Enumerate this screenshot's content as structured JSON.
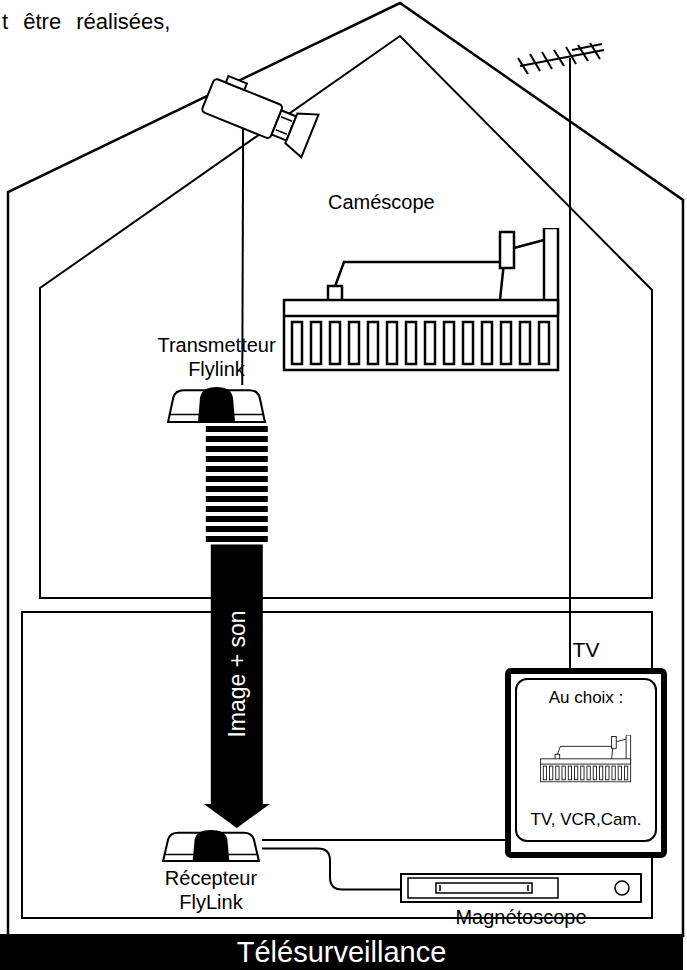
{
  "diagram": {
    "title": "Télésurveillance",
    "nodes": [
      {
        "text": [
          "Caméscope"
        ]
      },
      {
        "text": [
          "Transmetteur Flylink"
        ]
      },
      {
        "text": [
          "Récepteur FlyLink"
        ]
      },
      {
        "text": [
          "TV",
          "Au choix :",
          "TV, VCR,Cam."
        ]
      },
      {
        "text": [
          "Magnétoscope"
        ]
      }
    ],
    "edges": [
      {
        "from": 0,
        "to": 1,
        "arrow": "none"
      },
      {
        "from": 1,
        "to": 2,
        "arrow": "to",
        "label": "Image + son"
      },
      {
        "from": 2,
        "to": 3,
        "arrow": "none"
      },
      {
        "from": 2,
        "to": 4,
        "arrow": "none"
      }
    ],
    "labels": [
      "t être réalisées,"
    ]
  }
}
